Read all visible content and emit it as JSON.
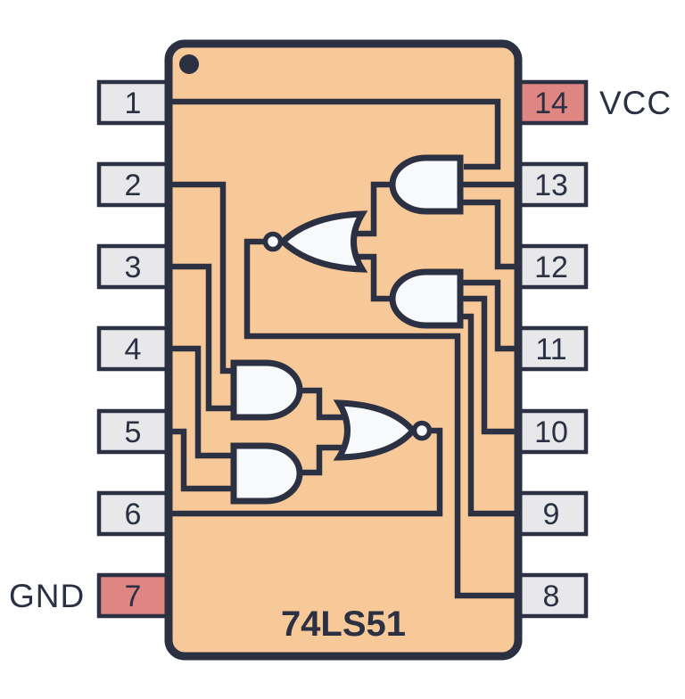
{
  "colors": {
    "background": "#FFFFFF",
    "chip_body": "#F8C998",
    "outline": "#2B3142",
    "gate_fill": "#F8F9FA",
    "pin_default": "#E8E8EB",
    "pin_power": "#DF8683"
  },
  "chip": {
    "part_number": "74LS51",
    "package": "DIP-14",
    "pin1_marker": "dot"
  },
  "power_labels": {
    "vcc": "VCC",
    "gnd": "GND"
  },
  "pins": {
    "left": [
      {
        "number": "1"
      },
      {
        "number": "2"
      },
      {
        "number": "3"
      },
      {
        "number": "4"
      },
      {
        "number": "5"
      },
      {
        "number": "6"
      },
      {
        "number": "7",
        "label": "GND",
        "power": true
      }
    ],
    "right": [
      {
        "number": "14",
        "label": "VCC",
        "power": true
      },
      {
        "number": "13"
      },
      {
        "number": "12"
      },
      {
        "number": "11"
      },
      {
        "number": "10"
      },
      {
        "number": "9"
      },
      {
        "number": "8"
      }
    ]
  },
  "netlist": {
    "gate1": {
      "type": "AND-OR-INVERT",
      "and_a_inputs": [
        "1",
        "13",
        "12"
      ],
      "and_b_inputs": [
        "11",
        "10",
        "9"
      ],
      "output": "8"
    },
    "gate2": {
      "type": "AND-OR-INVERT",
      "and_a_inputs": [
        "2",
        "3"
      ],
      "and_b_inputs": [
        "4",
        "5"
      ],
      "output": "6"
    }
  }
}
